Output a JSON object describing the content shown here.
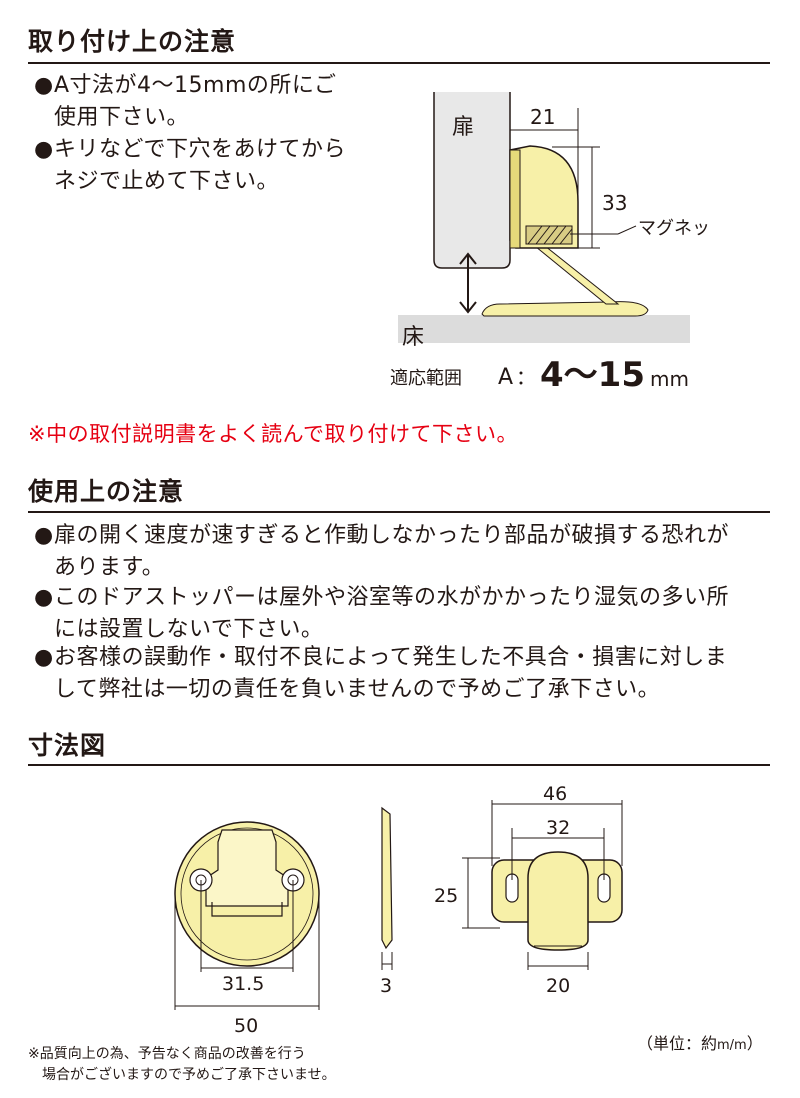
{
  "install": {
    "heading": "取り付け上の注意",
    "bullets": [
      {
        "dot": "●",
        "lines": [
          "A寸法が4〜15mmの所にご",
          "使用下さい。"
        ]
      },
      {
        "dot": "●",
        "lines": [
          "キリなどで下穴をあけてから",
          "ネジで止めて下さい。"
        ]
      }
    ],
    "diagram": {
      "door_label": "扉",
      "floor_label": "床",
      "dim_width": "21",
      "dim_height": "33",
      "magnet_label": "マグネット",
      "range_label": "適応範囲",
      "range_letter": "A",
      "range_colon": "：",
      "range_value": "4〜15",
      "range_unit": "mm"
    },
    "warning": "※中の取付説明書をよく読んで取り付けて下さい。"
  },
  "usage": {
    "heading": "使用上の注意",
    "bullets": [
      {
        "dot": "●",
        "lines": [
          "扉の開く速度が速すぎると作動しなかったり部品が破損する恐れが",
          "あります。"
        ]
      },
      {
        "dot": "●",
        "lines": [
          "このドアストッパーは屋外や浴室等の水がかかったり湿気の多い所",
          "には設置しないで下さい。"
        ]
      },
      {
        "dot": "●",
        "lines": [
          "お客様の誤動作・取付不良によって発生した不具合・損害に対しま",
          "して弊社は一切の責任を負いませんので予めご了承下さい。"
        ]
      }
    ]
  },
  "dimensions": {
    "heading": "寸法図",
    "round_hole_spacing": "31.5",
    "round_diameter": "50",
    "thickness": "3",
    "catch_width": "46",
    "catch_hole_spacing": "32",
    "catch_height": "25",
    "catch_body_width": "20",
    "unit_prefix": "（単位：約",
    "unit_symbol": "m/m",
    "unit_suffix": "）",
    "footnote": [
      "※品質向上の為、予告なく商品の改善を行う",
      "　場合がございますので予めご了承下さいませ。"
    ]
  },
  "colors": {
    "brass": "#f7f0a8",
    "brass_dark": "#e6d97a",
    "door_gray": "#e8e8e8",
    "floor_gray": "#dcdcdc",
    "warning_red": "#e60012"
  }
}
